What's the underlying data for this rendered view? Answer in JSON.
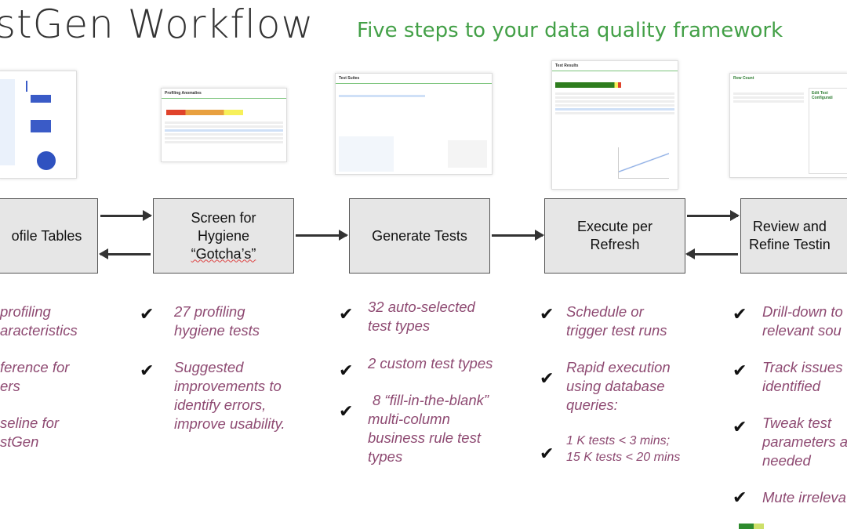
{
  "header": {
    "title": "stGen Workflow",
    "subtitle": "Five steps to your data quality framework"
  },
  "thumbnails": [
    {
      "title": ""
    },
    {
      "title": "Profiling Anomalies"
    },
    {
      "title": "Test Suites"
    },
    {
      "title": "Test Results"
    },
    {
      "title": "Row Count",
      "panel": "Edit Test Configurati"
    }
  ],
  "steps": [
    {
      "label": "ofile Tables",
      "bullets": [
        [
          "profiling",
          "aracteristics"
        ],
        [
          "ference for",
          "ers"
        ],
        [
          "seline for",
          "stGen"
        ]
      ]
    },
    {
      "label_lines": [
        "Screen for",
        "Hygiene",
        "“Gotcha’s”"
      ],
      "bullets": [
        [
          "27 profiling",
          "hygiene tests"
        ],
        [
          "Suggested",
          "improvements to",
          "identify errors,",
          "improve usability."
        ]
      ]
    },
    {
      "label": "Generate Tests",
      "bullets": [
        [
          "32 auto-selected",
          "test types"
        ],
        [
          "2 custom test types"
        ],
        [
          "8 “fill-in-the-blank”",
          "multi-column",
          "business rule test",
          "types"
        ]
      ]
    },
    {
      "label_lines": [
        "Execute per",
        "Refresh"
      ],
      "bullets": [
        [
          "Schedule or",
          "trigger test runs"
        ],
        [
          "Rapid execution",
          "using database",
          "queries:"
        ],
        [
          "1 K tests < 3 mins;",
          "15 K tests < 20 mins"
        ]
      ]
    },
    {
      "label_lines": [
        "Review and",
        "Refine Testin"
      ],
      "bullets": [
        [
          "Drill-down to",
          "relevant sou"
        ],
        [
          "Track issues",
          "identified"
        ],
        [
          "Tweak test",
          "parameters a",
          "needed"
        ],
        [
          "Mute irreleva"
        ]
      ]
    }
  ],
  "check_glyph": "✔",
  "colors": {
    "accent": "#43a047",
    "bullet_text": "#8e4a72"
  }
}
